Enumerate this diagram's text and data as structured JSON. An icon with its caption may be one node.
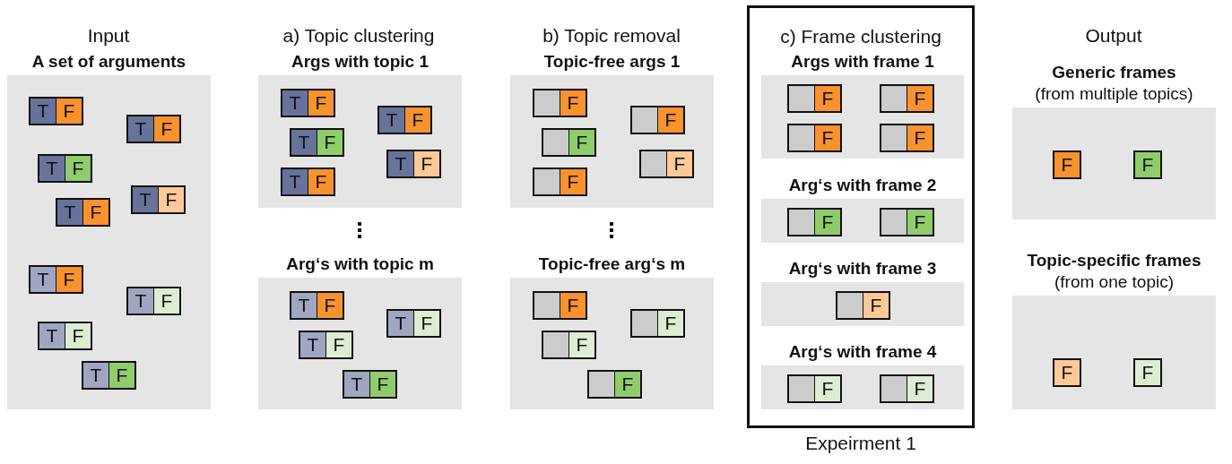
{
  "diagram": {
    "nodes": [
      {
        "text": [
          "A set of arguments"
        ]
      },
      {
        "text": [
          "T",
          "F"
        ],
        "in": 0
      },
      {
        "text": [
          "T",
          "F"
        ],
        "in": 0
      },
      {
        "text": [
          "T",
          "F"
        ],
        "in": 0
      },
      {
        "text": [
          "T",
          "F"
        ],
        "in": 0
      },
      {
        "text": [
          "T",
          "F"
        ],
        "in": 0
      },
      {
        "text": [
          "T",
          "F"
        ],
        "in": 0
      },
      {
        "text": [
          "T",
          "F"
        ],
        "in": 0
      },
      {
        "text": [
          "T",
          "F"
        ],
        "in": 0
      },
      {
        "text": [
          "T",
          "F"
        ],
        "in": 0
      },
      {
        "text": [
          "Args with topic 1"
        ]
      },
      {
        "text": [
          "T",
          "F"
        ],
        "in": 10
      },
      {
        "text": [
          "T",
          "F"
        ],
        "in": 10
      },
      {
        "text": [
          "T",
          "F"
        ],
        "in": 10
      },
      {
        "text": [
          "T",
          "F"
        ],
        "in": 10
      },
      {
        "text": [
          "T",
          "F"
        ],
        "in": 10
      },
      {
        "text": [
          "Arg‘s with topic m"
        ]
      },
      {
        "text": [
          "T",
          "F"
        ],
        "in": 16
      },
      {
        "text": [
          "T",
          "F"
        ],
        "in": 16
      },
      {
        "text": [
          "T",
          "F"
        ],
        "in": 16
      },
      {
        "text": [
          "T",
          "F"
        ],
        "in": 16
      },
      {
        "text": [
          "Topic-free args 1"
        ]
      },
      {
        "text": [
          "F"
        ],
        "in": 21
      },
      {
        "text": [
          "F"
        ],
        "in": 21
      },
      {
        "text": [
          "F"
        ],
        "in": 21
      },
      {
        "text": [
          "F"
        ],
        "in": 21
      },
      {
        "text": [
          "F"
        ],
        "in": 21
      },
      {
        "text": [
          "Topic-free arg‘s m"
        ]
      },
      {
        "text": [
          "F"
        ],
        "in": 27
      },
      {
        "text": [
          "F"
        ],
        "in": 27
      },
      {
        "text": [
          "F"
        ],
        "in": 27
      },
      {
        "text": [
          "F"
        ],
        "in": 27
      },
      {
        "text": [
          "c) Frame clustering"
        ],
        "beside": [
          "Expeirment 1"
        ]
      },
      {
        "text": [
          "Args with frame 1"
        ],
        "in": 32
      },
      {
        "text": [
          "F"
        ],
        "in": 33
      },
      {
        "text": [
          "F"
        ],
        "in": 33
      },
      {
        "text": [
          "F"
        ],
        "in": 33
      },
      {
        "text": [
          "F"
        ],
        "in": 33
      },
      {
        "text": [
          "Arg‘s with frame 2"
        ],
        "in": 32
      },
      {
        "text": [
          "F"
        ],
        "in": 38
      },
      {
        "text": [
          "F"
        ],
        "in": 38
      },
      {
        "text": [
          "Arg‘s with frame 3"
        ],
        "in": 32
      },
      {
        "text": [
          "F"
        ],
        "in": 41
      },
      {
        "text": [
          "Arg‘s with frame 4"
        ],
        "in": 32
      },
      {
        "text": [
          "F"
        ],
        "in": 43
      },
      {
        "text": [
          "F"
        ],
        "in": 43
      },
      {
        "text": [
          "Generic frames",
          "(from multiple topics)"
        ]
      },
      {
        "text": [
          "F"
        ],
        "in": 46
      },
      {
        "text": [
          "F"
        ],
        "in": 46
      },
      {
        "text": [
          "Topic-specific frames",
          "(from one topic)"
        ]
      },
      {
        "text": [
          "F"
        ],
        "in": 49
      },
      {
        "text": [
          "F"
        ],
        "in": 49
      }
    ],
    "labels": [
      "Input",
      "a) Topic clustering",
      "b) Topic removal",
      "Output"
    ]
  }
}
